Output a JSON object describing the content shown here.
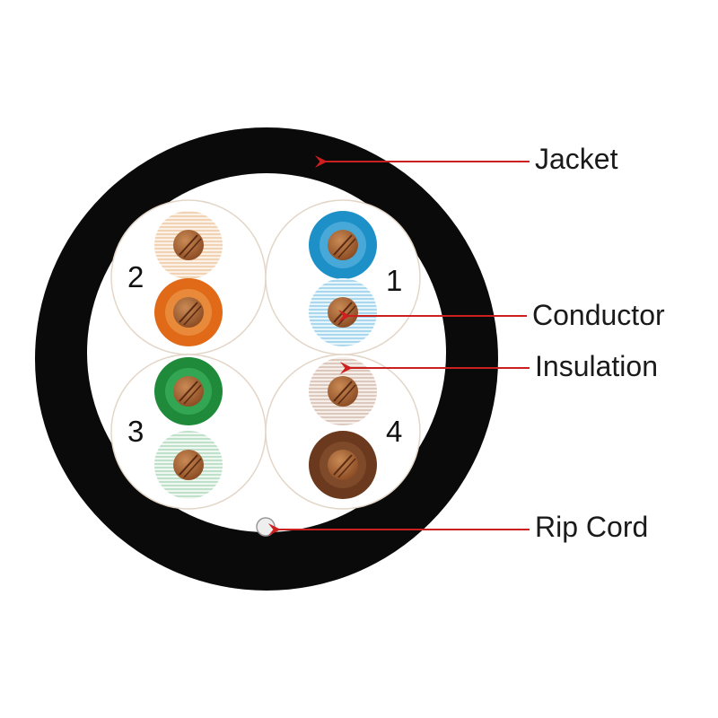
{
  "labels": {
    "jacket": "Jacket",
    "conductor": "Conductor",
    "insulation": "Insulation",
    "rip_cord": "Rip Cord"
  },
  "pairs": [
    {
      "number": "1",
      "solid": "blue",
      "striped": "blue-white"
    },
    {
      "number": "2",
      "solid": "orange",
      "striped": "orange-white"
    },
    {
      "number": "3",
      "solid": "green",
      "striped": "green-white"
    },
    {
      "number": "4",
      "solid": "brown",
      "striped": "brown-white"
    }
  ],
  "colors": {
    "jacket": "#0a0a0a",
    "callout_line": "#cc1f1f",
    "copper": "#a0522d",
    "copper_stripe": "#5a2a12",
    "blue": "#1e90c8",
    "orange": "#e06a18",
    "green": "#1f8a3a",
    "brown": "#6b3a1e",
    "blue_white": "#bfe3f2",
    "orange_white": "#f6e0c8",
    "green_white": "#cfe8d6",
    "brown_white": "#e6d8cf",
    "rip_cord": "#e8e8e8"
  }
}
